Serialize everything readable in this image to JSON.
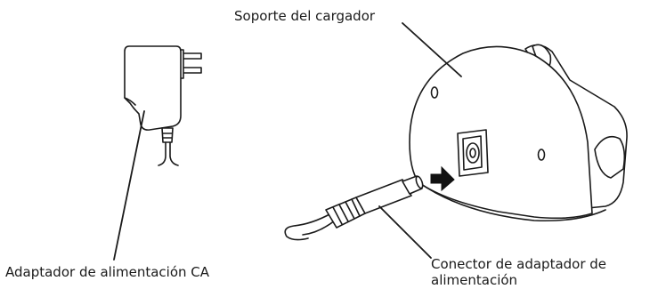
{
  "labels": {
    "charger_stand": "Soporte del cargador",
    "ac_adapter": "Adaptador de alimentación CA",
    "connector_line1": "Conector de adaptador de",
    "connector_line2": "alimentación"
  }
}
